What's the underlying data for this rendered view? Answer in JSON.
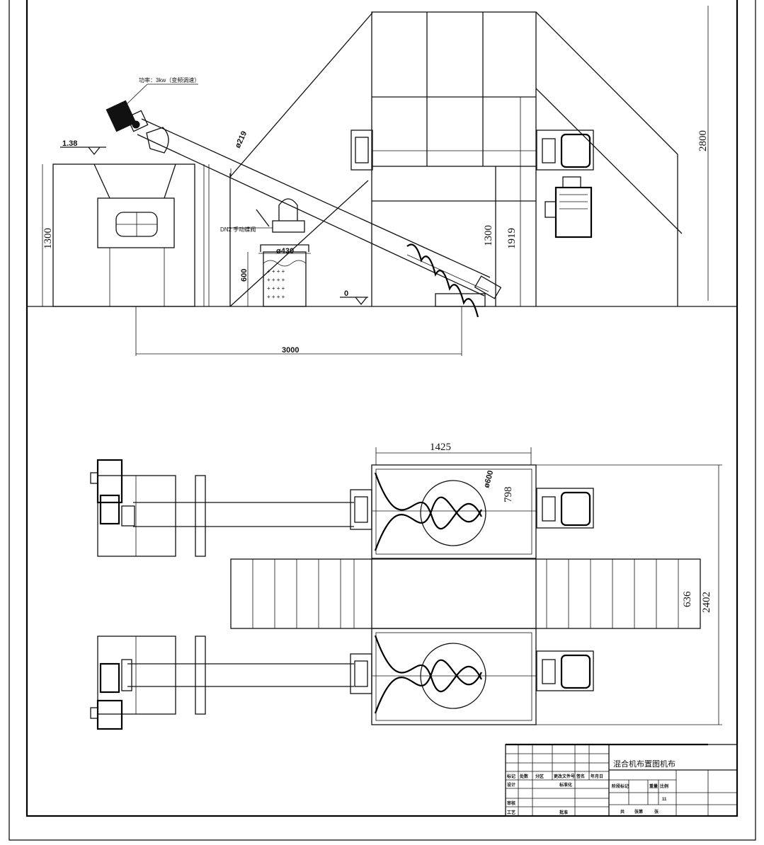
{
  "elevation_view": {
    "motor_note": "功率：3kw（变频调速）",
    "level_high": "1.38",
    "level_zero": "0",
    "dim_left_height": "1300",
    "dim_pipe_dia": "ø219",
    "dim_bag_dia": "ø430",
    "dim_bag_height": "600",
    "valve_note": "DN2 手动蝶阀",
    "dim_mixer_height_a": "1300",
    "dim_mixer_height_b": "1919",
    "dim_total_height": "2800",
    "dim_bottom_span": "3000"
  },
  "plan_view": {
    "dim_mixer_width": "1425",
    "dim_drum_dia": "ø600",
    "dim_mixer_depth": "798",
    "dim_gap": "636",
    "dim_overall": "2402"
  },
  "title_block": {
    "drawing_title": "混合机布置图机布",
    "sheet_no": "11",
    "col_labels": [
      "标记",
      "处数",
      "分区",
      "更改文件号",
      "签名",
      "年月日"
    ],
    "row_labels": [
      "设计",
      "审核",
      "工艺"
    ],
    "design_mark": "标准化",
    "approve_mark": "批准",
    "stage_labels": [
      "阶段标记",
      "重量",
      "比例"
    ],
    "sheet_labels": [
      "共",
      "张第",
      "张"
    ]
  }
}
